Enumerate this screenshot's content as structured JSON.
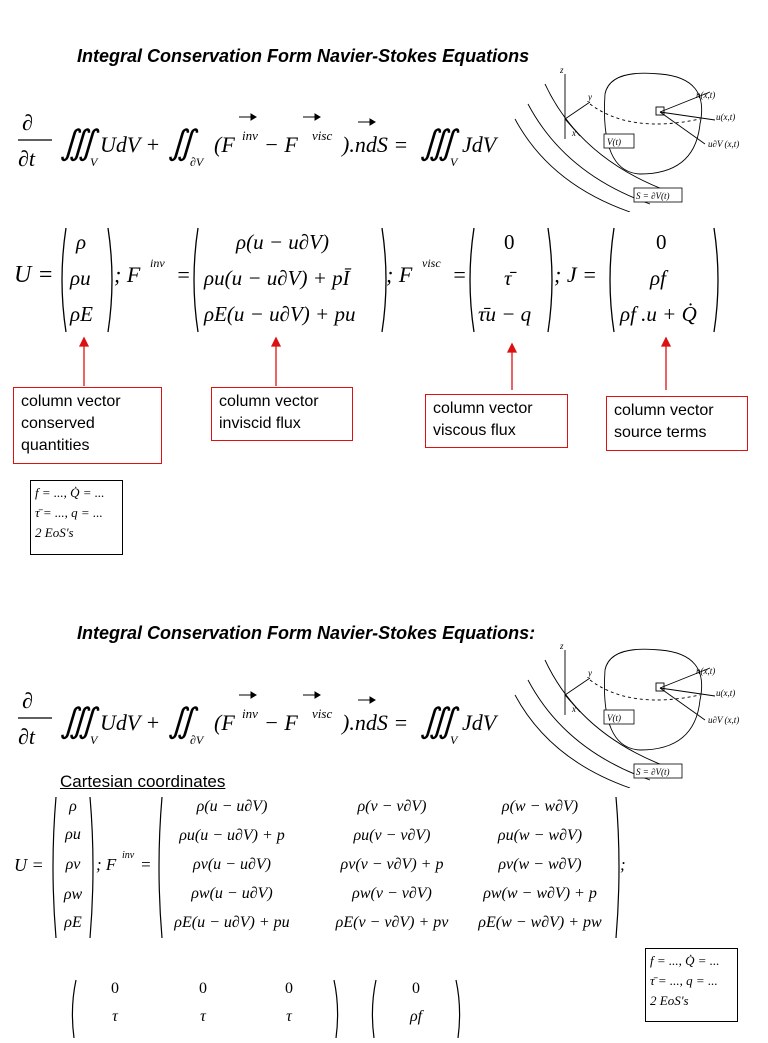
{
  "section1": {
    "title": "Integral Conservation Form Navier-Stokes Equations",
    "equation": {
      "lhs_text": "UdV + ",
      "flux_text": "(F",
      "inv": "inv",
      "minus": " − F",
      "visc": "visc",
      "tail": ").ndS = ",
      "rhs_text": "JdV",
      "partial": "∂",
      "dt": "∂t",
      "vol_sub": "V",
      "surf_sub": "∂V"
    },
    "vectors": {
      "U_label": "U =",
      "U_entries": [
        "ρ",
        "ρu",
        "ρE"
      ],
      "Finv_label": "; F",
      "Finv_sup": "inv",
      "Finv_entries": [
        "ρ(u − u∂V)",
        "ρu(u − u∂V) + pĪ",
        "ρE(u − u∂V) + pu"
      ],
      "Fvisc_label": "; F",
      "Fvisc_sup": "visc",
      "Fvisc_entries": [
        "0",
        "τ̄",
        "τ̄u − q"
      ],
      "J_label": "; J =",
      "J_entries": [
        "0",
        "ρf",
        "ρf .u + Q̇"
      ]
    },
    "callouts": [
      {
        "lines": [
          "column vector",
          "conserved",
          "quantities"
        ]
      },
      {
        "lines": [
          "column vector",
          "inviscid flux"
        ]
      },
      {
        "lines": [
          "column vector",
          "viscous flux"
        ]
      },
      {
        "lines": [
          "column vector",
          "source terms"
        ]
      }
    ],
    "note": [
      "f = ..., Q̇ = ...",
      "τ̄ = ..., q = ...",
      "2 EoS's"
    ]
  },
  "diagram": {
    "z": "z",
    "y": "y",
    "x": "x",
    "n": "n(x,t)",
    "u": "u(x,t)",
    "usv": "u∂V (x,t)",
    "V": "V(t)",
    "S": "S = ∂V(t)"
  },
  "section2": {
    "title": "Integral Conservation Form Navier-Stokes Equations:",
    "cartesian": "Cartesian coordinates",
    "U_label": "U =",
    "U_entries": [
      "ρ",
      "ρu",
      "ρv",
      "ρw",
      "ρE"
    ],
    "Finv_label": "; F",
    "Finv_sup": "inv",
    "Finv_rows": [
      [
        "ρ(u − u∂V)",
        "ρ(v − v∂V)",
        "ρ(w − w∂V)"
      ],
      [
        "ρu(u − u∂V) + p",
        "ρu(v − v∂V)",
        "ρu(w − w∂V)"
      ],
      [
        "ρv(u − u∂V)",
        "ρv(v − v∂V) + p",
        "ρv(w − w∂V)"
      ],
      [
        "ρw(u − u∂V)",
        "ρw(v − v∂V)",
        "ρw(w − w∂V) + p"
      ],
      [
        "ρE(u − u∂V) + pu",
        "ρE(v − v∂V) + pv",
        "ρE(w − w∂V) + pw"
      ]
    ],
    "semicolon": ";",
    "bottom_row1": [
      "0",
      "0",
      "0"
    ],
    "bottom_row2": [
      "τ",
      "τ",
      "τ"
    ],
    "bottom_J": [
      "0",
      "ρf"
    ],
    "note": [
      "f = ..., Q̇ = ...",
      "τ̄ = ..., q = ...",
      "2 EoS's"
    ]
  }
}
